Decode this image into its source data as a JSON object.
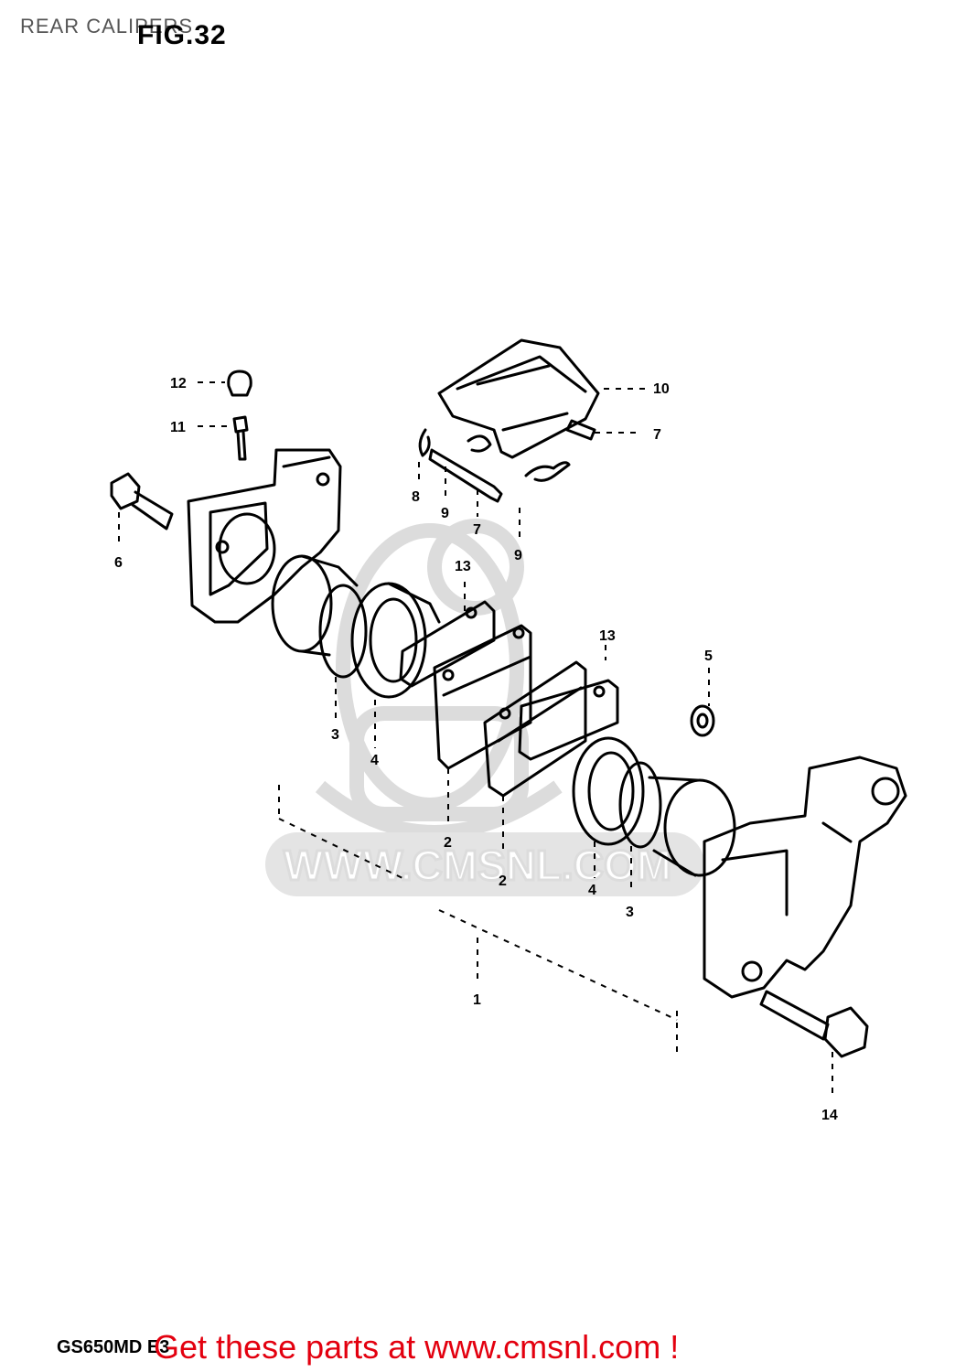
{
  "header": {
    "page_label": "REAR CALIPERS",
    "figure_title": "FIG.32"
  },
  "watermark": {
    "text": "WWW.CMSNL.COM"
  },
  "callouts": {
    "c12": "12",
    "c11": "11",
    "c10": "10",
    "c7a": "7",
    "c8": "8",
    "c9a": "9",
    "c7b": "7",
    "c9b": "9",
    "c6": "6",
    "c13a": "13",
    "c13b": "13",
    "c5": "5",
    "c3a": "3",
    "c4a": "4",
    "c2a": "2",
    "c2b": "2",
    "c4b": "4",
    "c3b": "3",
    "c1": "1",
    "c14": "14"
  },
  "footer": {
    "model_code": "GS650MD E3",
    "promo": "Get these parts at www.cmsnl.com !"
  },
  "colors": {
    "promo": "#e3000f",
    "line": "#000000",
    "watermark": "#dcdcdc"
  }
}
